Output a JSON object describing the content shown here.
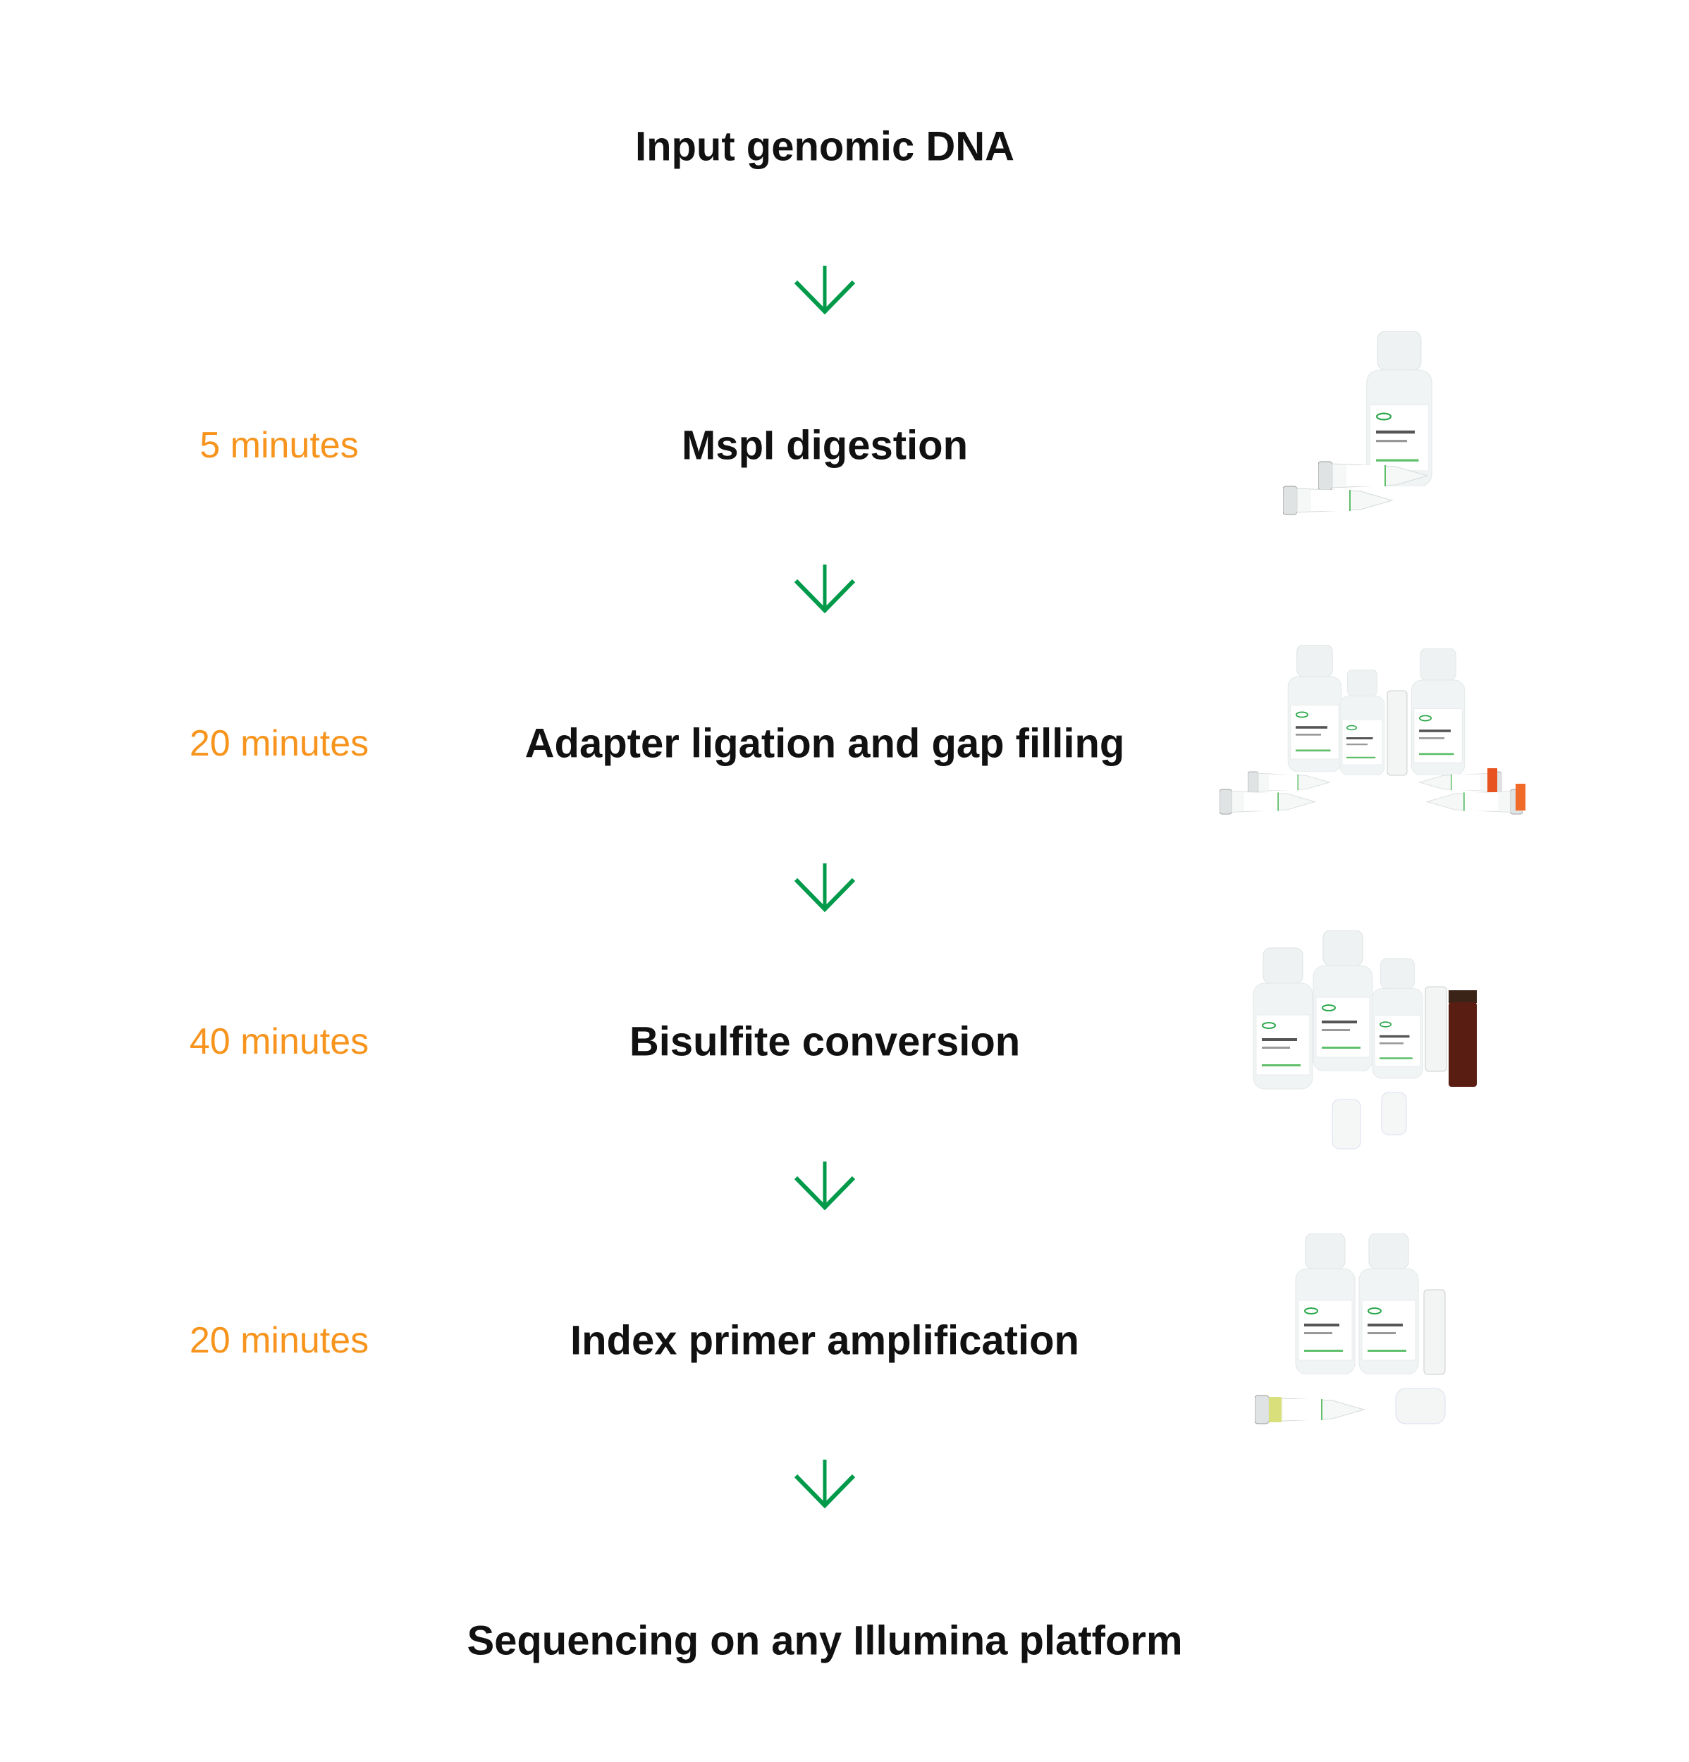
{
  "colors": {
    "arrow": "#009A4A",
    "time": "#F7941D",
    "text": "#111111"
  },
  "steps": [
    {
      "label": "Input genomic DNA"
    },
    {
      "label": "MspI digestion",
      "time": "5 minutes"
    },
    {
      "label": "Adapter ligation and gap filling",
      "time": "20 minutes"
    },
    {
      "label": "Bisulfite conversion",
      "time": "40 minutes"
    },
    {
      "label": "Index primer amplification",
      "time": "20 minutes"
    },
    {
      "label": "Sequencing on any Illumina platform"
    }
  ]
}
